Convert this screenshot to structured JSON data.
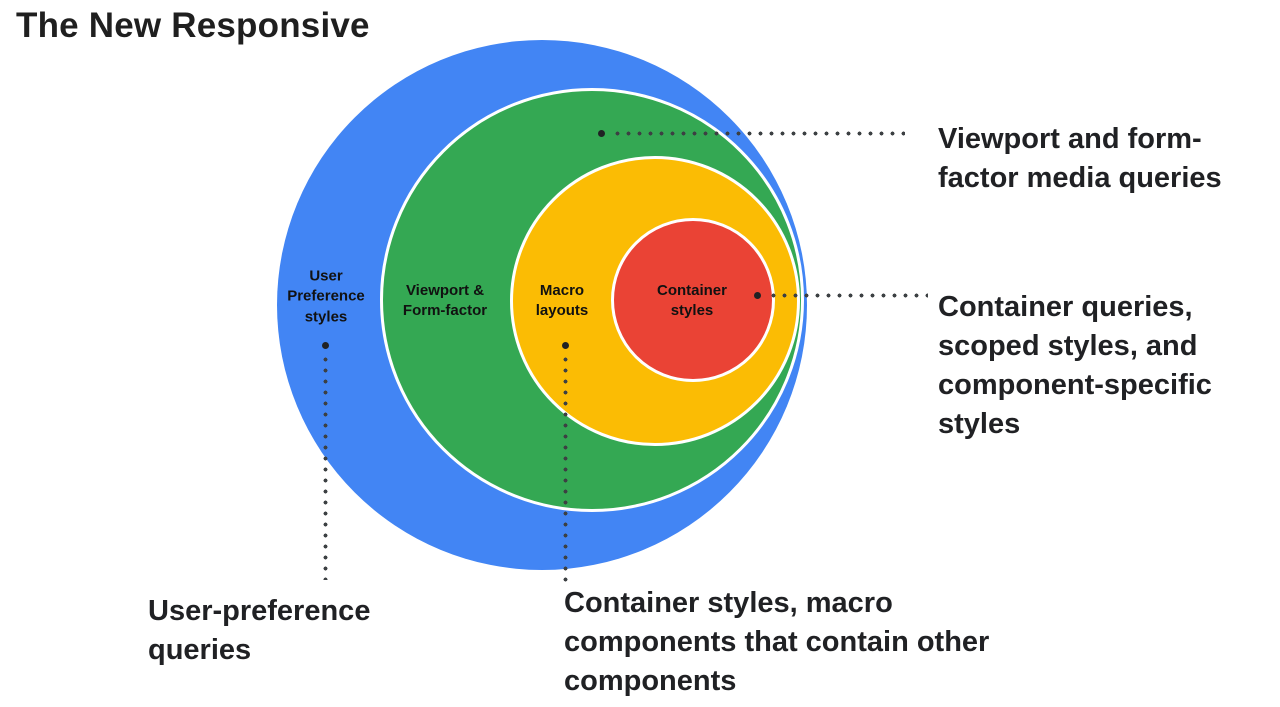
{
  "title": "The New Responsive",
  "diagram": {
    "rings": [
      {
        "name": "user-preference-styles",
        "label": "User\nPreference\nstyles",
        "color": "#4285F4"
      },
      {
        "name": "viewport-form-factor",
        "label": "Viewport &\nForm-factor",
        "color": "#34A853"
      },
      {
        "name": "macro-layouts",
        "label": "Macro\nlayouts",
        "color": "#FBBC04"
      },
      {
        "name": "container-styles",
        "label": "Container\nstyles",
        "color": "#EA4335"
      }
    ],
    "annotations": [
      {
        "name": "viewport-media-queries",
        "text": "Viewport and form-factor media queries"
      },
      {
        "name": "container-queries",
        "text": "Container queries, scoped styles, and component-specific styles"
      },
      {
        "name": "user-preference-queries",
        "text": "User-preference queries"
      },
      {
        "name": "container-styles-macro-components",
        "text": "Container styles, macro components that contain other components"
      }
    ],
    "line_color": "#3c4043",
    "text_color": "#202124",
    "border_color": "#ffffff"
  }
}
